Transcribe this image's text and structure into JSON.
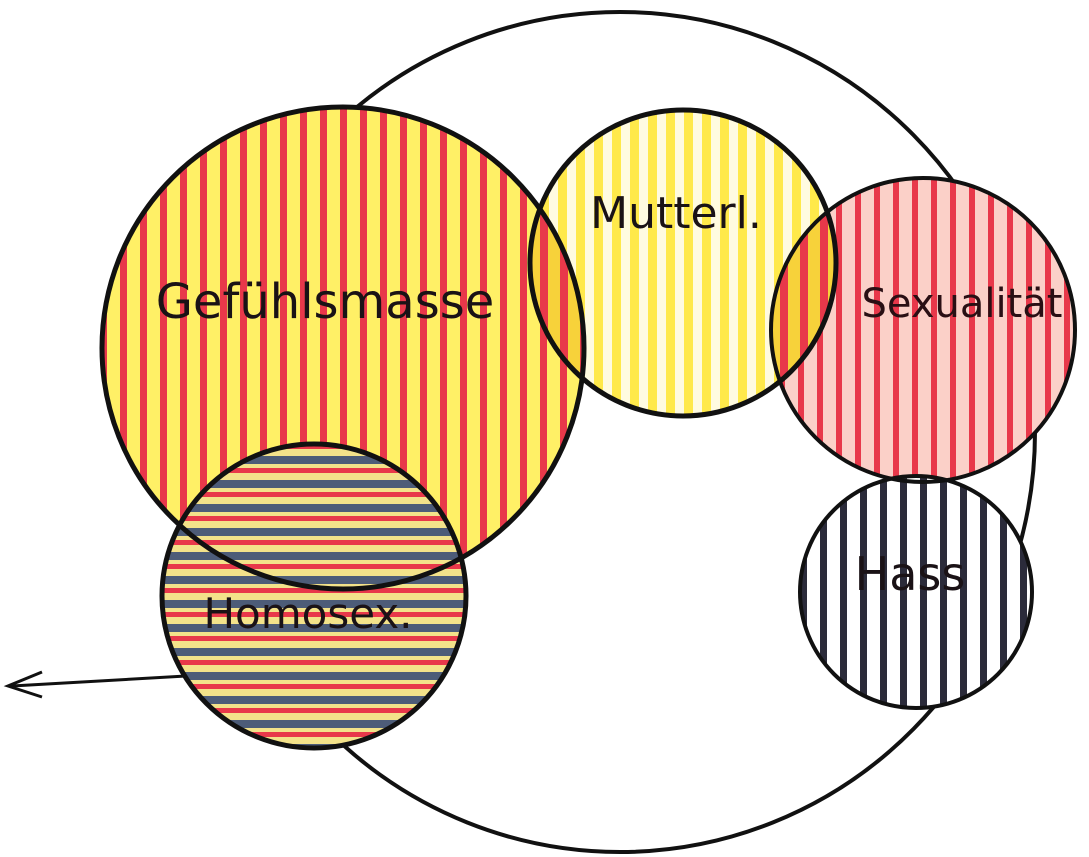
{
  "labels": {
    "gefuehlsmasse": "Gefühlsmasse",
    "mutterl": "Mutterl.",
    "sexualitaet": "Sexualität",
    "hass": "Hass",
    "homosex": "Homosex."
  },
  "colors": {
    "outline": "#111111",
    "red_stripe": "#e8384a",
    "yellow_fill": "#fff066",
    "bright_yellow": "#ffe94a",
    "pink_fill": "#fbd0c8",
    "dark_stripe": "#2b2b3a",
    "slate_band": "#4d5c78",
    "background": "#ffffff"
  }
}
